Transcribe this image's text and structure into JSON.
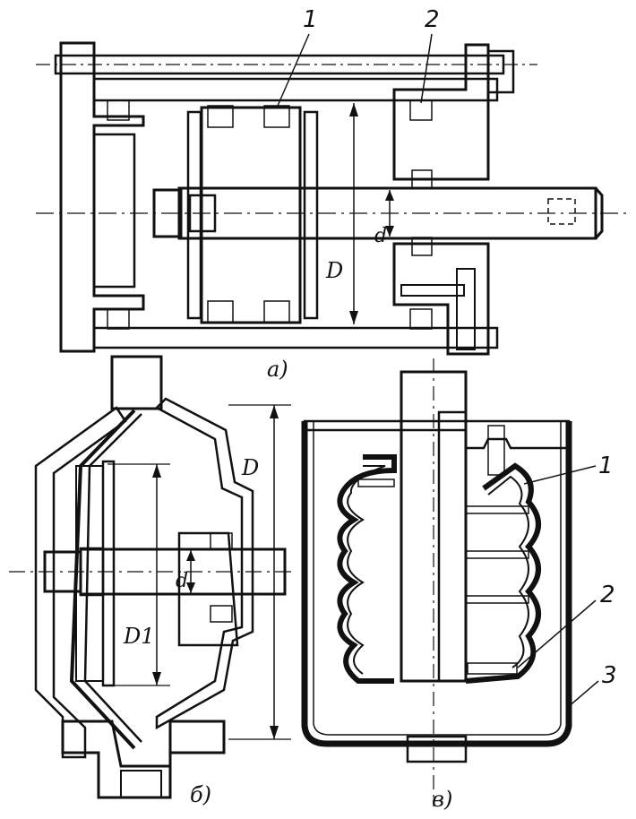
{
  "figure": {
    "panels": [
      {
        "caption": "а)",
        "callouts": [
          "1",
          "2"
        ],
        "dimensions": [
          "D",
          "d"
        ]
      },
      {
        "caption": "б)",
        "dimensions": [
          "D",
          "D1",
          "d"
        ]
      },
      {
        "caption": "в)",
        "callouts": [
          "1",
          "2",
          "3"
        ]
      }
    ],
    "colors": {
      "ink": "#111111",
      "paper": "#ffffff"
    }
  }
}
